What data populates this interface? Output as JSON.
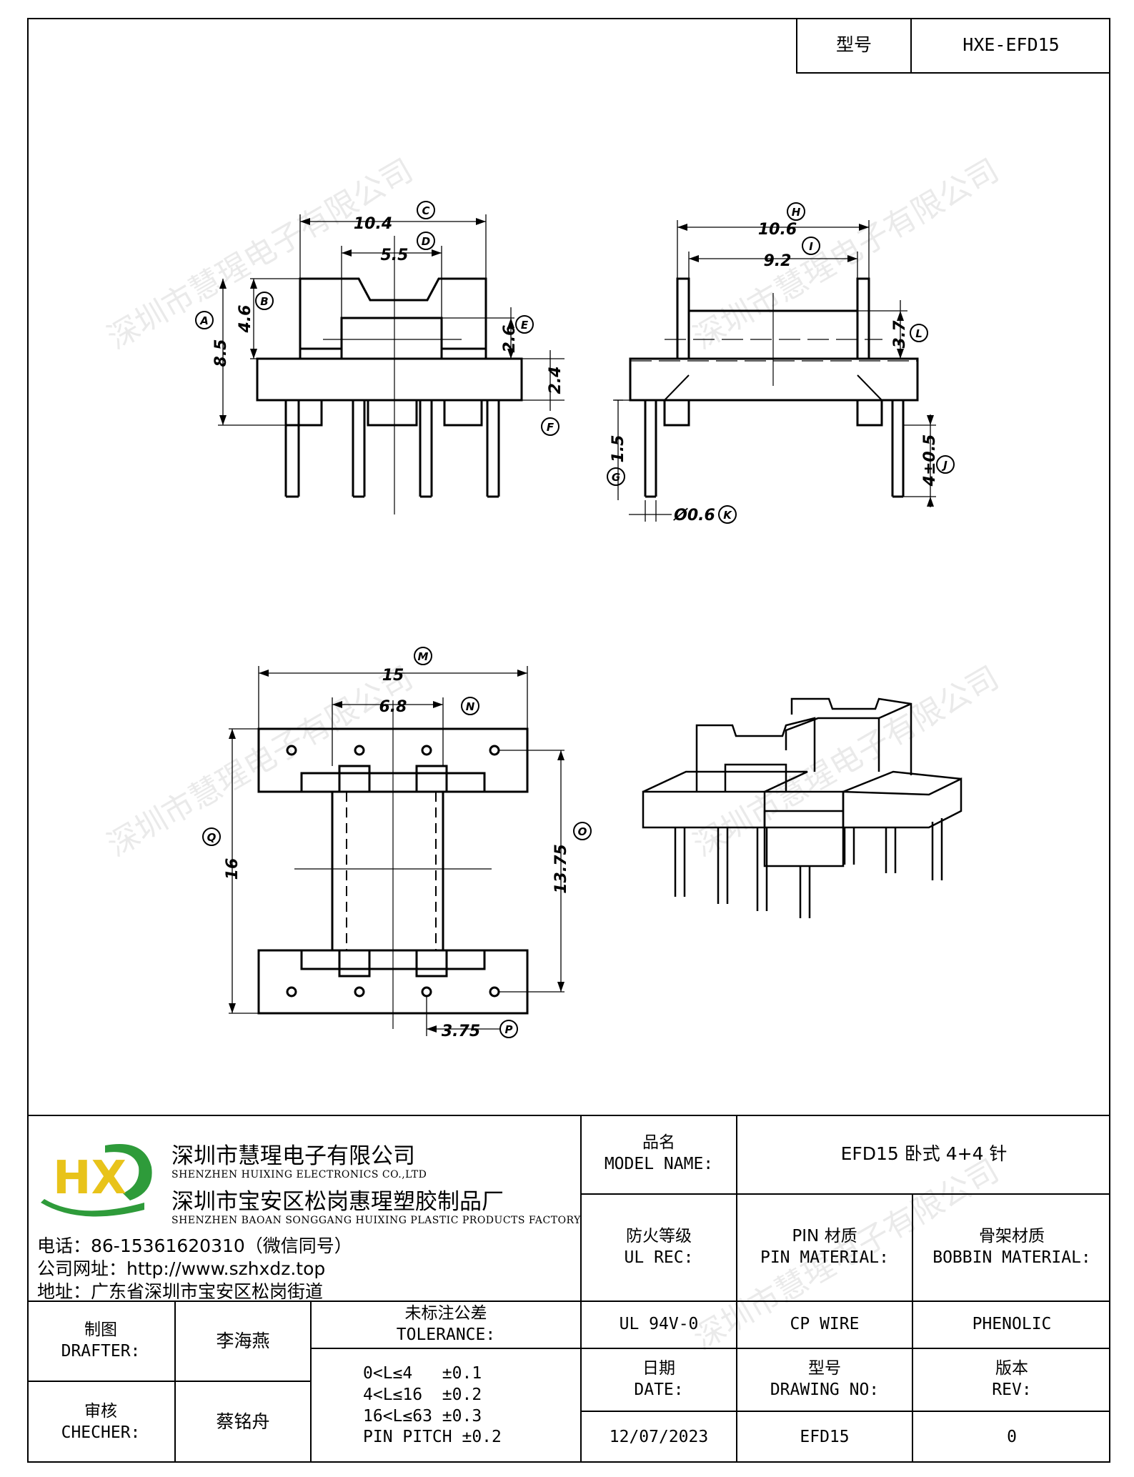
{
  "header": {
    "model_label": "型号",
    "model_value": "HXE-EFD15"
  },
  "watermark": {
    "text": "深圳市慧瑆电子有限公司"
  },
  "drawing": {
    "dims": {
      "c": "10.4",
      "d": "5.5",
      "b": "4.6",
      "a": "8.5",
      "e": "2.6",
      "f": "2.4",
      "h": "10.6",
      "i": "9.2",
      "l": "3.7",
      "g": "1.5",
      "j": "4±0.5",
      "k": "Ø0.6",
      "m": "15",
      "n": "6.8",
      "q": "16",
      "o": "13.75",
      "p": "3.75"
    },
    "labels": {
      "a": "A",
      "b": "B",
      "c": "C",
      "d": "D",
      "e": "E",
      "f": "F",
      "g": "G",
      "h": "H",
      "i": "I",
      "j": "J",
      "k": "K",
      "l": "L",
      "m": "M",
      "n": "N",
      "o": "O",
      "p": "P",
      "q": "Q"
    }
  },
  "company": {
    "logo_text": "HX",
    "logo_colors": {
      "green": "#2e9b3a",
      "yellow": "#e8c31a"
    },
    "name_zh": "深圳市慧瑆电子有限公司",
    "name_en": "SHENZHEN HUIXING ELECTRONICS CO.,LTD",
    "factory_zh": "深圳市宝安区松岗惠瑆塑胶制品厂",
    "factory_en": "SHENZHEN BAOAN SONGGANG HUIXING PLASTIC PRODUCTS FACTORY",
    "phone": "电话：86-15361620310（微信同号）",
    "website": "公司网址：http://www.szhxdz.top",
    "address": "地址：广东省深圳市宝安区松岗街道"
  },
  "title_block": {
    "model_name_zh": "品名",
    "model_name_en": "MODEL NAME:",
    "model_name_value": "EFD15 卧式 4+4 针",
    "ul_rec_zh": "防火等级",
    "ul_rec_en": "UL REC:",
    "pin_material_zh": "PIN 材质",
    "pin_material_en": "PIN MATERIAL:",
    "bobbin_material_zh": "骨架材质",
    "bobbin_material_en": "BOBBIN MATERIAL:",
    "ul_value": "UL 94V-0",
    "pin_value": "CP WIRE",
    "bobbin_value": "PHENOLIC",
    "drafter_zh": "制图",
    "drafter_en": "DRAFTER:",
    "drafter_name": "李海燕",
    "checker_zh": "审核",
    "checker_en": "CHECHER:",
    "checker_name": "蔡铭舟",
    "tolerance_zh": "未标注公差",
    "tolerance_en": "TOLERANCE:",
    "tolerance_lines": [
      "0<L≤4   ±0.1",
      "4<L≤16  ±0.2",
      "16<L≤63 ±0.3",
      "PIN PITCH ±0.2"
    ],
    "date_zh": "日期",
    "date_en": "DATE:",
    "date_value": "12/07/2023",
    "drawing_no_zh": "型号",
    "drawing_no_en": "DRAWING NO:",
    "drawing_no_value": "EFD15",
    "rev_zh": "版本",
    "rev_en": "REV:",
    "rev_value": "0"
  }
}
